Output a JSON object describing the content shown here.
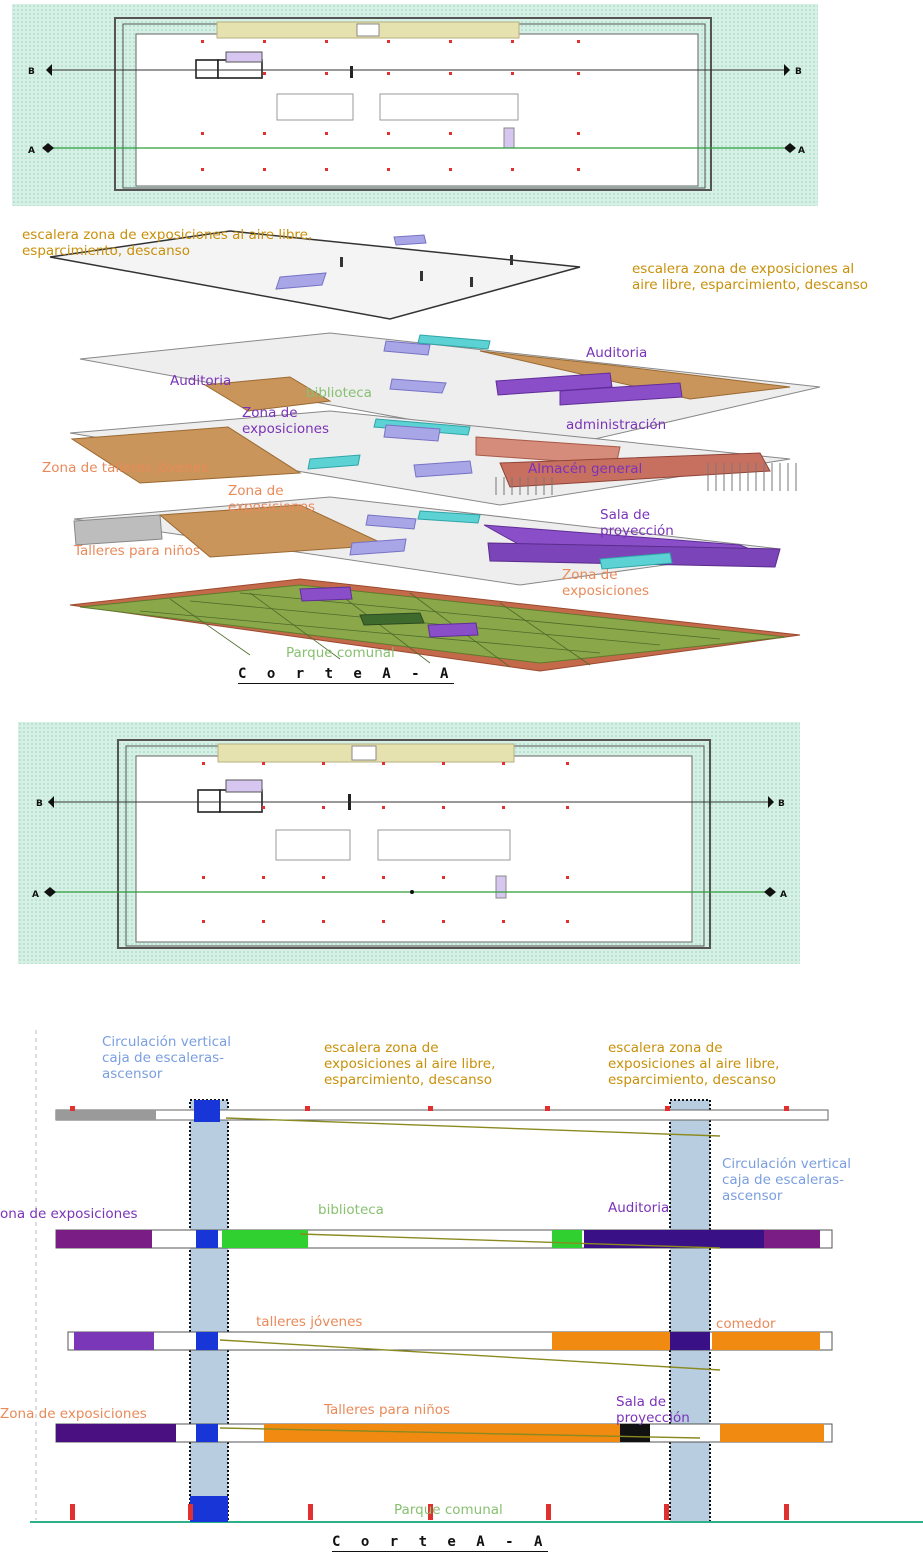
{
  "plan_labels": {
    "b": "B",
    "a": "A"
  },
  "iso_labels": {
    "escalera_left": "escalera zona de exposiciones al aire libre, esparcimiento, descanso",
    "escalera_right": "escalera zona de exposiciones al aire libre, esparcimiento, descanso",
    "auditoria_right": "Auditoria",
    "auditoria_left": "Auditoria",
    "biblioteca": "biblioteca",
    "zona_exposiciones_1": "Zona de exposiciones",
    "administracion": "administración",
    "zona_talleres_jovenes": "Zona de talleres jóvenes",
    "almacen_general": "Almacén general",
    "zona_exposiciones_2": "Zona de exposiciones",
    "sala_proyeccion": "Sala de proyección",
    "talleres_ninos": "Talleres para niños",
    "zona_exposiciones_3": "Zona de exposiciones",
    "parque_comunal": "Parque comunal"
  },
  "corte_title_top": "C o r t e  A - A",
  "section_labels": {
    "circulacion_left": "Circulación vertical caja de escaleras-ascensor",
    "escalera_mid": "escalera zona de exposiciones al aire libre, esparcimiento, descanso",
    "escalera_right": "escalera zona de exposiciones al aire libre, esparcimiento, descanso",
    "circulacion_right": "Circulación vertical caja de escaleras-ascensor",
    "zona_exposiciones_top": "ona de exposiciones",
    "biblioteca": "biblioteca",
    "auditoria": "Auditoria",
    "talleres_jovenes": "talleres jóvenes",
    "comedor": "comedor",
    "zona_exposiciones_bottom": "Zona de exposiciones",
    "talleres_ninos": "Talleres para niños",
    "sala_proyeccion": "Sala de proyección",
    "parque_comunal": "Parque comunal"
  },
  "corte_title_bottom": "C o r t e  A - A"
}
